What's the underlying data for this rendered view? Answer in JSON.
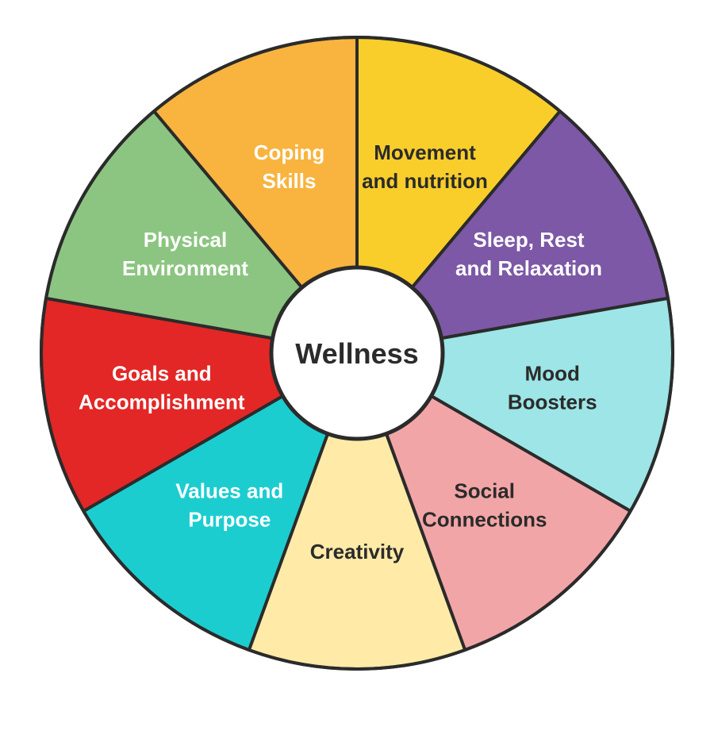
{
  "center": {
    "label": "Wellness"
  },
  "segments": [
    {
      "lines": [
        "Movement",
        "and nutrition"
      ],
      "color": "#F9CE2B",
      "text_color": "#2b2b2b"
    },
    {
      "lines": [
        "Sleep, Rest",
        "and Relaxation"
      ],
      "color": "#7C58A6",
      "text_color": "#ffffff"
    },
    {
      "lines": [
        "Mood",
        "Boosters"
      ],
      "color": "#9DE5E6",
      "text_color": "#2b2b2b"
    },
    {
      "lines": [
        "Social",
        "Connections"
      ],
      "color": "#F2A5A7",
      "text_color": "#2b2b2b"
    },
    {
      "lines": [
        "Creativity"
      ],
      "color": "#FFEBA7",
      "text_color": "#2b2b2b"
    },
    {
      "lines": [
        "Values and",
        "Purpose"
      ],
      "color": "#1CCDD0",
      "text_color": "#ffffff"
    },
    {
      "lines": [
        "Goals and",
        "Accomplishment"
      ],
      "color": "#E32726",
      "text_color": "#ffffff"
    },
    {
      "lines": [
        "Physical",
        "Environment"
      ],
      "color": "#8CC581",
      "text_color": "#ffffff"
    },
    {
      "lines": [
        "Coping",
        "Skills"
      ],
      "color": "#F8B43F",
      "text_color": "#ffffff"
    }
  ],
  "outline_color": "#2b2b2b"
}
